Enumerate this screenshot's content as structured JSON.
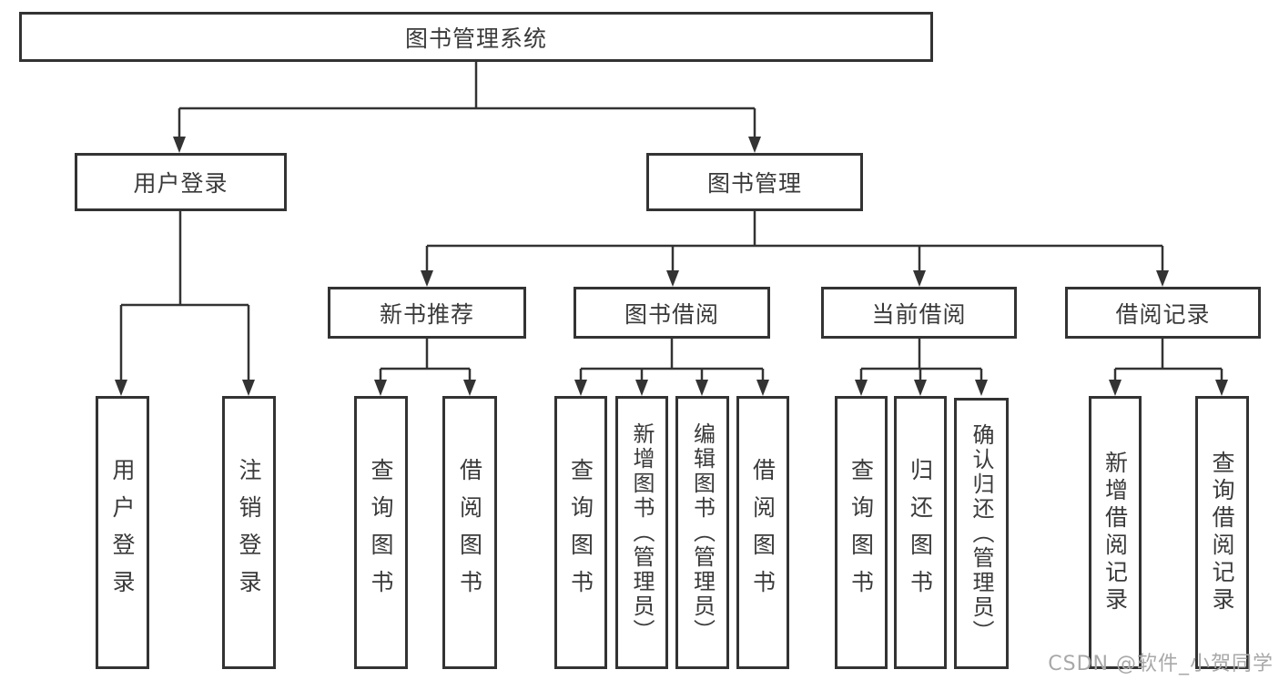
{
  "diagram": {
    "root": "图书管理系统",
    "level2": {
      "user_login": "用户登录",
      "book_management": "图书管理"
    },
    "level3": {
      "new_books": "新书推荐",
      "book_borrow": "图书借阅",
      "current_borrow": "当前借阅",
      "borrow_records": "借阅记录"
    },
    "leaves": {
      "user_login": [
        "用户登录",
        "注销登录"
      ],
      "new_books": [
        "查询图书",
        "借阅图书"
      ],
      "book_borrow": [
        "查询图书",
        "新增图书（管理员）",
        "编辑图书（管理员）",
        "借阅图书"
      ],
      "current_borrow": [
        "查询图书",
        "归还图书",
        "确认归还（管理员）"
      ],
      "borrow_records": [
        "新增借阅记录",
        "查询借阅记录"
      ]
    }
  },
  "watermark": "CSDN @软件_小贺同学",
  "colors": {
    "line": "#333333",
    "text": "#3a3a3a",
    "watermark": "#a8a8a8",
    "background": "#ffffff"
  }
}
